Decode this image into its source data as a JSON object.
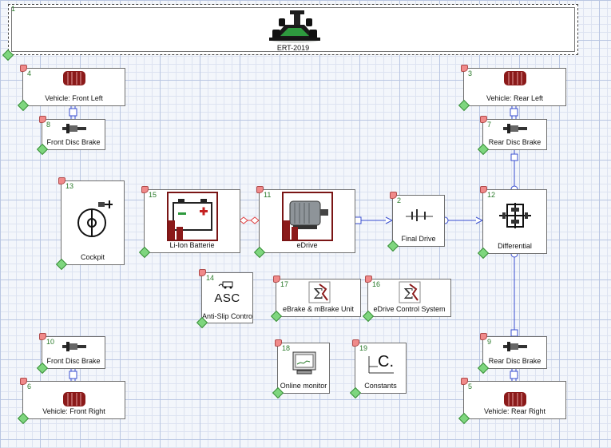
{
  "model": {
    "number": "1",
    "title": "ERT-2019"
  },
  "blocks": {
    "b4": {
      "number": "4",
      "label": "Vehicle: Front Left"
    },
    "b8": {
      "number": "8",
      "label": "Front Disc Brake"
    },
    "b3": {
      "number": "3",
      "label": "Vehicle: Rear Left"
    },
    "b7": {
      "number": "7",
      "label": "Rear Disc Brake"
    },
    "b13": {
      "number": "13",
      "label": "Cockpit"
    },
    "b15": {
      "number": "15",
      "label": "Li-Ion Batterie"
    },
    "b11": {
      "number": "11",
      "label": "eDrive"
    },
    "b2": {
      "number": "2",
      "label": "Final Drive"
    },
    "b12": {
      "number": "12",
      "label": "Differential"
    },
    "b14": {
      "number": "14",
      "label": "Anti-Slip Contro",
      "icon_text": "ASC"
    },
    "b17": {
      "number": "17",
      "label": "eBrake & mBrake Unit"
    },
    "b16": {
      "number": "16",
      "label": "eDrive Control System"
    },
    "b10": {
      "number": "10",
      "label": "Front Disc Brake"
    },
    "b6": {
      "number": "6",
      "label": "Vehicle: Front Right"
    },
    "b18": {
      "number": "18",
      "label": "Online monitor"
    },
    "b19": {
      "number": "19",
      "label": "Constants",
      "icon_text": "C."
    },
    "b9": {
      "number": "9",
      "label": "Rear Disc Brake"
    },
    "b5": {
      "number": "5",
      "label": "Vehicle: Rear Right"
    }
  },
  "colors": {
    "wire": "#3a4fd0",
    "electric_wire": "#e04040",
    "icon_red": "#8b1a1a"
  }
}
